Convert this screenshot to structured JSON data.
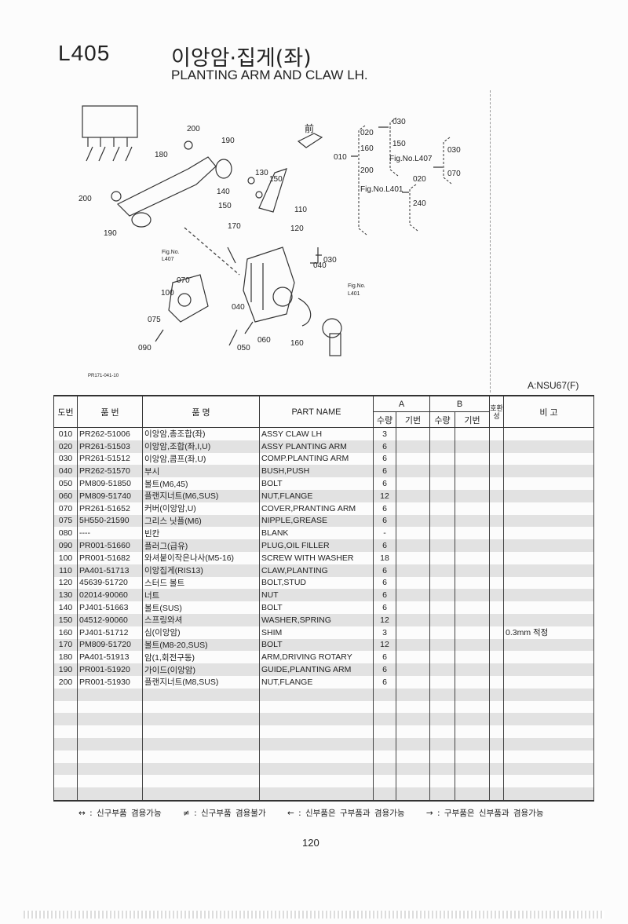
{
  "header": {
    "code": "L405",
    "title_ko": "이앙암·집게(좌)",
    "title_en": "PLANTING ARM AND CLAW LH."
  },
  "diagram": {
    "caption": "PR171-041-10",
    "front_label": "前",
    "callouts": [
      "200",
      "190",
      "180",
      "200",
      "190",
      "130",
      "150",
      "140",
      "150",
      "110",
      "120",
      "170",
      "Fig.No.",
      "L407",
      "070",
      "100",
      "075",
      "090",
      "040",
      "050",
      "060",
      "160",
      "040",
      "030",
      "Fig.No.",
      "L401"
    ],
    "tree": [
      "010",
      "020",
      "160",
      "200",
      "Fig.No.L401",
      "030",
      "150",
      "Fig.No.L407",
      "030",
      "070",
      "020",
      "240"
    ]
  },
  "model": "A:NSU67(F)",
  "table": {
    "headers": {
      "no": "도번",
      "part_no": "품  번",
      "name_ko": "품      명",
      "part_name": "PART NAME",
      "a": "A",
      "b": "B",
      "qty": "수량",
      "machine": "기번",
      "compat": "호환성",
      "remarks": "비   고"
    },
    "rows": [
      {
        "no": "010",
        "part_no": "PR262-51006",
        "name_ko": "이앙암,총조합(좌)",
        "part_name": "ASSY CLAW LH",
        "qty_a": "3",
        "remarks": ""
      },
      {
        "no": "020",
        "part_no": "PR261-51503",
        "name_ko": "이앙암,조합(좌,I,U)",
        "part_name": "ASSY PLANTING ARM",
        "qty_a": "6",
        "remarks": ""
      },
      {
        "no": "030",
        "part_no": "PR261-51512",
        "name_ko": "이앙암,콤프(좌,U)",
        "part_name": "COMP.PLANTING ARM",
        "qty_a": "6",
        "remarks": ""
      },
      {
        "no": "040",
        "part_no": "PR262-51570",
        "name_ko": "부시",
        "part_name": "BUSH,PUSH",
        "qty_a": "6",
        "remarks": ""
      },
      {
        "no": "050",
        "part_no": "PM809-51850",
        "name_ko": "볼트(M6,45)",
        "part_name": "BOLT",
        "qty_a": "6",
        "remarks": ""
      },
      {
        "no": "060",
        "part_no": "PM809-51740",
        "name_ko": "플랜지너트(M6,SUS)",
        "part_name": "NUT,FLANGE",
        "qty_a": "12",
        "remarks": ""
      },
      {
        "no": "070",
        "part_no": "PR261-51652",
        "name_ko": "커버(이앙암,U)",
        "part_name": "COVER,PRANTING ARM",
        "qty_a": "6",
        "remarks": ""
      },
      {
        "no": "075",
        "part_no": "5H550-21590",
        "name_ko": "그리스 닛플(M6)",
        "part_name": "NIPPLE,GREASE",
        "qty_a": "6",
        "remarks": ""
      },
      {
        "no": "080",
        "part_no": "----",
        "name_ko": "빈칸",
        "part_name": "BLANK",
        "qty_a": "-",
        "remarks": ""
      },
      {
        "no": "090",
        "part_no": "PR001-51660",
        "name_ko": "플러그(급유)",
        "part_name": "PLUG,OIL FILLER",
        "qty_a": "6",
        "remarks": ""
      },
      {
        "no": "100",
        "part_no": "PR001-51682",
        "name_ko": "와셔붙이작은나사(M5-16)",
        "part_name": "SCREW WITH WASHER",
        "qty_a": "18",
        "remarks": ""
      },
      {
        "no": "110",
        "part_no": "PA401-51713",
        "name_ko": "이앙집게(RIS13)",
        "part_name": "CLAW,PLANTING",
        "qty_a": "6",
        "remarks": ""
      },
      {
        "no": "120",
        "part_no": "45639-51720",
        "name_ko": "스터드 볼트",
        "part_name": "BOLT,STUD",
        "qty_a": "6",
        "remarks": ""
      },
      {
        "no": "130",
        "part_no": "02014-90060",
        "name_ko": "너트",
        "part_name": "NUT",
        "qty_a": "6",
        "remarks": ""
      },
      {
        "no": "140",
        "part_no": "PJ401-51663",
        "name_ko": "볼트(SUS)",
        "part_name": "BOLT",
        "qty_a": "6",
        "remarks": ""
      },
      {
        "no": "150",
        "part_no": "04512-90060",
        "name_ko": "스프링와셔",
        "part_name": "WASHER,SPRING",
        "qty_a": "12",
        "remarks": ""
      },
      {
        "no": "160",
        "part_no": "PJ401-51712",
        "name_ko": "심(이앙암)",
        "part_name": "SHIM",
        "qty_a": "3",
        "remarks": "0.3mm 적정"
      },
      {
        "no": "170",
        "part_no": "PM809-51720",
        "name_ko": "볼트(M8-20,SUS)",
        "part_name": "BOLT",
        "qty_a": "12",
        "remarks": ""
      },
      {
        "no": "180",
        "part_no": "PA401-51913",
        "name_ko": "암(1,회전구동)",
        "part_name": "ARM,DRIVING ROTARY",
        "qty_a": "6",
        "remarks": ""
      },
      {
        "no": "190",
        "part_no": "PR001-51920",
        "name_ko": "가이드(이앙암)",
        "part_name": "GUIDE,PLANTING ARM",
        "qty_a": "6",
        "remarks": ""
      },
      {
        "no": "200",
        "part_no": "PR001-51930",
        "name_ko": "플랜지너트(M8,SUS)",
        "part_name": "NUT,FLANGE",
        "qty_a": "6",
        "remarks": ""
      }
    ]
  },
  "legend": [
    "↔ : 신구부품 겸용가능",
    "≠ : 신구부품 겸용불가",
    "← : 신부품은 구부품과 겸용가능",
    "→ : 구부품은 신부품과 겸용가능"
  ],
  "page_number": "120"
}
